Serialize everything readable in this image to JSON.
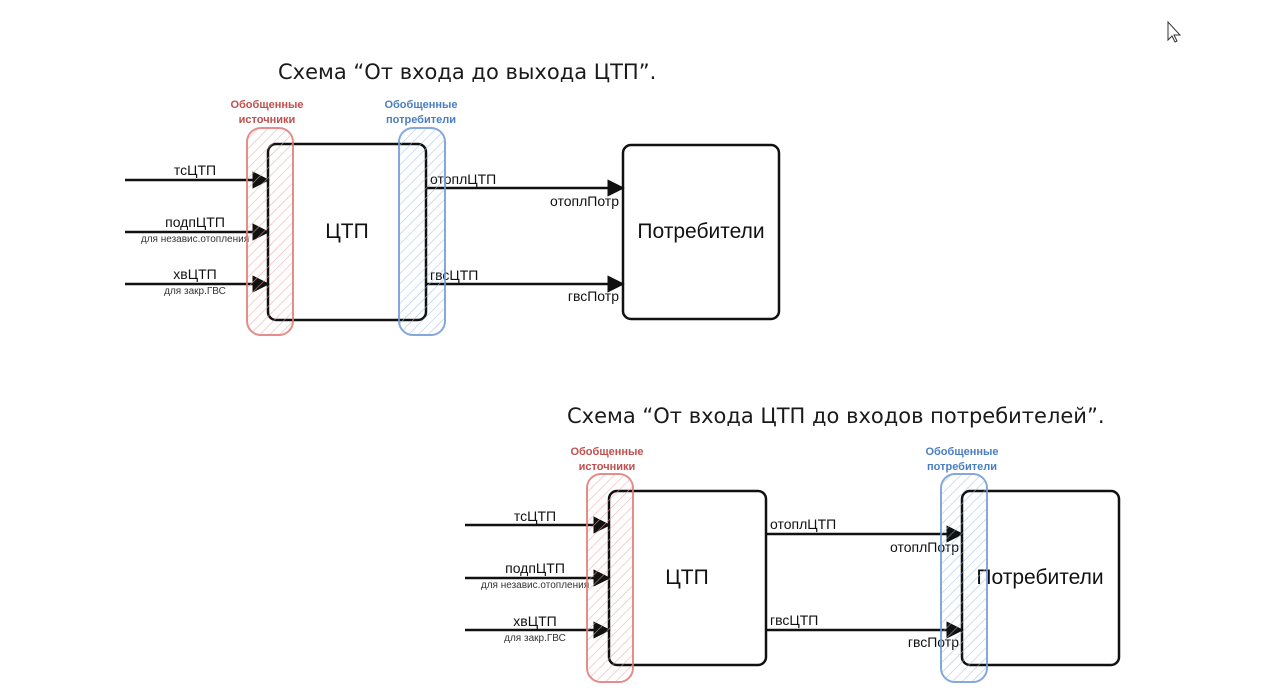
{
  "colors": {
    "sources": "#e07a76",
    "consumers": "#6f9ad6",
    "box": "#111111",
    "arrow": "#111111"
  },
  "diagram1": {
    "title": "Схема “От входа до выхода ЦТП”.",
    "sources_label_1": "Обобщенные",
    "sources_label_2": "источники",
    "consumers_label_1": "Обобщенные",
    "consumers_label_2": "потребители",
    "ctp": "ЦТП",
    "consumers_box": "Потребители",
    "in_ts": "тсЦТП",
    "in_podp": "подпЦТП",
    "in_podp_sub": "для независ.отопления",
    "in_hv": "хвЦТП",
    "in_hv_sub": "для закр.ГВС",
    "out_otopl": "отоплЦТП",
    "out_gvs": "гвсЦТП",
    "cons_otopl": "отоплПотр",
    "cons_gvs": "гвсПотр"
  },
  "diagram2": {
    "title": "Схема “От входа ЦТП до входов потребителей”.",
    "sources_label_1": "Обобщенные",
    "sources_label_2": "источники",
    "consumers_label_1": "Обобщенные",
    "consumers_label_2": "потребители",
    "ctp": "ЦТП",
    "consumers_box": "Потребители",
    "in_ts": "тсЦТП",
    "in_podp": "подпЦТП",
    "in_podp_sub": "для независ.отопления",
    "in_hv": "хвЦТП",
    "in_hv_sub": "для закр.ГВС",
    "out_otopl": "отоплЦТП",
    "out_gvs": "гвсЦТП",
    "cons_otopl": "отоплПотр",
    "cons_gvs": "гвсПотр"
  }
}
